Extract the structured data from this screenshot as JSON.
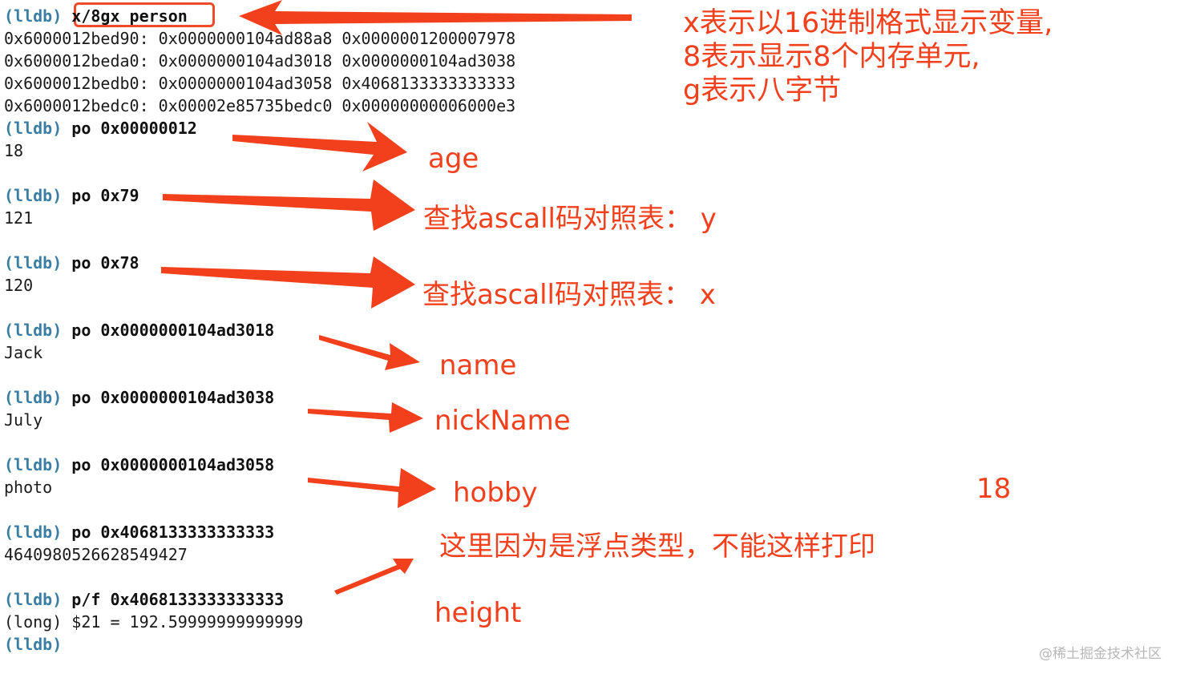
{
  "console": {
    "lines": [
      {
        "prompt": "(lldb)",
        "command": "x/8gx person"
      },
      {
        "output": "0x6000012bed90: 0x0000000104ad88a8 0x0000001200007978"
      },
      {
        "output": "0x6000012beda0: 0x0000000104ad3018 0x0000000104ad3038"
      },
      {
        "output": "0x6000012bedb0: 0x0000000104ad3058 0x4068133333333333"
      },
      {
        "output": "0x6000012bedc0: 0x00002e85735bedc0 0x00000000006000e3"
      },
      {
        "prompt": "(lldb)",
        "command": "po 0x00000012"
      },
      {
        "output": "18"
      },
      {
        "prompt": "(lldb)",
        "command": "po 0x79"
      },
      {
        "output": "121"
      },
      {
        "prompt": "(lldb)",
        "command": "po 0x78"
      },
      {
        "output": "120"
      },
      {
        "prompt": "(lldb)",
        "command": "po 0x0000000104ad3018"
      },
      {
        "output": "Jack"
      },
      {
        "prompt": "(lldb)",
        "command": "po 0x0000000104ad3038"
      },
      {
        "output": "July"
      },
      {
        "prompt": "(lldb)",
        "command": "po 0x0000000104ad3058"
      },
      {
        "output": "photo"
      },
      {
        "prompt": "(lldb)",
        "command": "po 0x4068133333333333"
      },
      {
        "output": "4640980526628549427"
      },
      {
        "prompt": "(lldb)",
        "command": "p/f 0x4068133333333333"
      },
      {
        "output": "(long) $21 = 192.59999999999999"
      },
      {
        "prompt": "(lldb)",
        "command": ""
      }
    ]
  },
  "annotations": {
    "format_line1": "x表示以16进制格式显示变量,",
    "format_line2": "8表示显示8个内存单元,",
    "format_line3": "g表示八字节",
    "age": "age",
    "ascii_y": "查找ascall码对照表： y",
    "ascii_x": "查找ascall码对照表： x",
    "name": "name",
    "nickname": "nickName",
    "hobby": "hobby",
    "eighteen": "18",
    "float_note": "这里因为是浮点类型，不能这样打印",
    "height": "height"
  },
  "watermark": "@稀土掘金技术社区",
  "colors": {
    "annotation_red": "#f2401d",
    "prompt_blue": "#3a7fa3",
    "highlight_box": "#f04a2a"
  }
}
